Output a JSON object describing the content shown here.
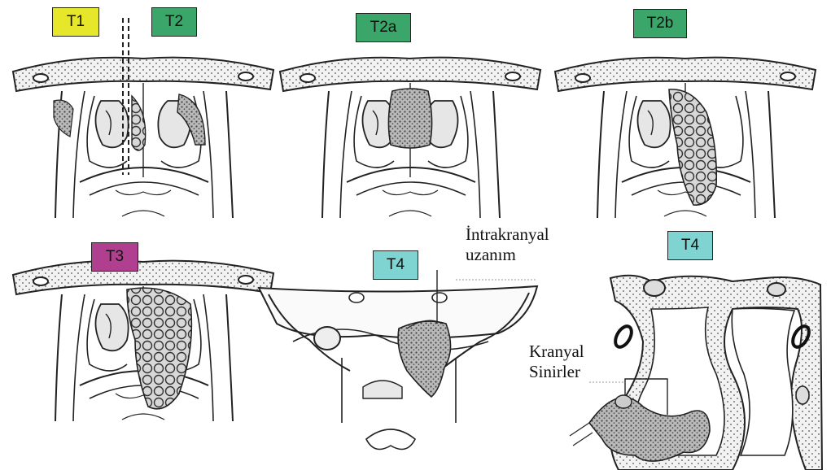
{
  "colors": {
    "t1": "#e6e62a",
    "t2": "#3aa66a",
    "t3": "#b0408f",
    "t4": "#7fd3d0",
    "tumor": "#8a8a8a",
    "line": "#222222"
  },
  "labels": {
    "t1": "T1",
    "t2": "T2",
    "t2a": "T2a",
    "t2b": "T2b",
    "t3": "T3",
    "t4_middle": "T4",
    "t4_right": "T4"
  },
  "annotations": {
    "intracranial_line1": "İntrakranyal",
    "intracranial_line2": "uzanım",
    "cranial_nerves_line1": "Kranyal",
    "cranial_nerves_line2": "Sinirler"
  }
}
